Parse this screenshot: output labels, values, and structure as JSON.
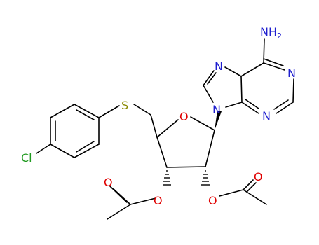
{
  "molecule": {
    "atoms": {
      "nh2": {
        "symbol": "NH",
        "subscript": "2"
      },
      "n1": {
        "symbol": "N"
      },
      "n3": {
        "symbol": "N"
      },
      "n7": {
        "symbol": "N"
      },
      "n9": {
        "symbol": "N"
      },
      "o_ring": {
        "symbol": "O"
      },
      "s": {
        "symbol": "S"
      },
      "cl": {
        "symbol": "Cl"
      },
      "o_ester3": {
        "symbol": "O"
      },
      "o_carbonyl3": {
        "symbol": "O"
      },
      "o_ester2": {
        "symbol": "O"
      },
      "o_carbonyl2": {
        "symbol": "O"
      }
    },
    "colors": {
      "nitrogen": "#1f1fcf",
      "oxygen": "#e00000",
      "sulfur": "#8a8a00",
      "chlorine": "#1f9a1f",
      "carbon": "#000000"
    }
  }
}
